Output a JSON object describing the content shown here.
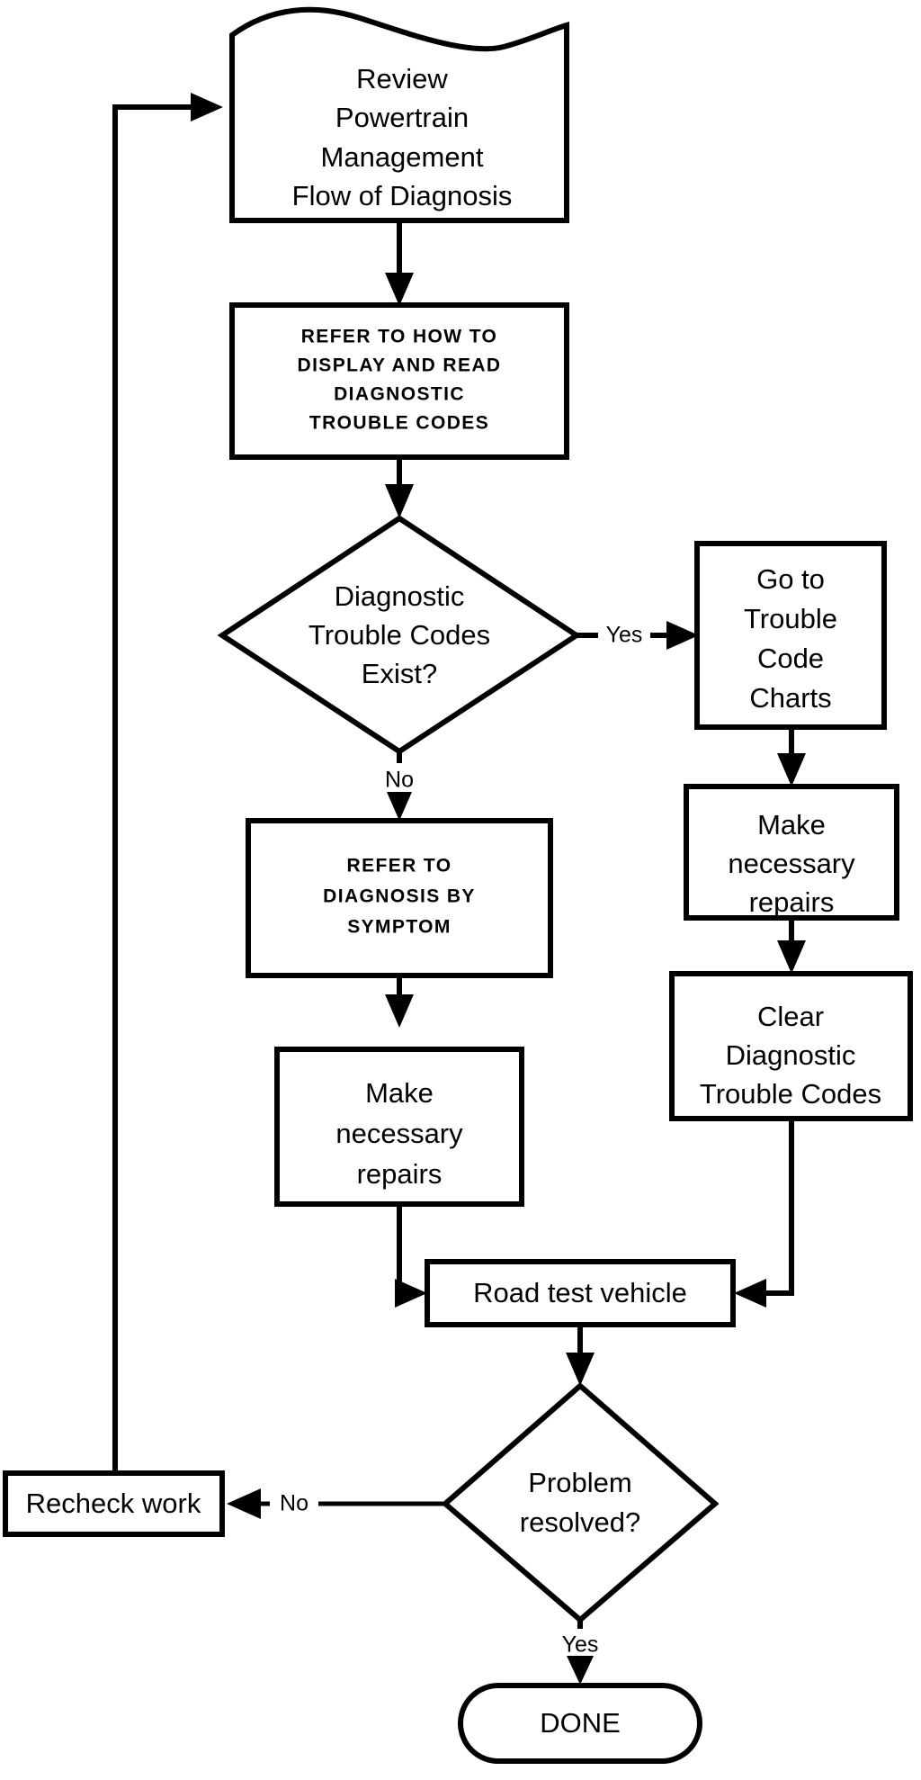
{
  "diagram": {
    "title": "Powertrain Diagnostic Flow of Diagnosis",
    "type": "flowchart",
    "stroke_color": "#000000",
    "fill_color": "#ffffff",
    "nodes": {
      "review": {
        "shape": "document",
        "lines": [
          "Review",
          "Powertrain",
          "Management",
          "Flow of Diagnosis"
        ]
      },
      "refer_display": {
        "shape": "process",
        "style": "bold",
        "lines": [
          "REFER TO  HOW TO",
          "DISPLAY AND  READ",
          "DIAGNOSTIC",
          "TROUBLE CODES"
        ]
      },
      "dtc_exist": {
        "shape": "decision",
        "lines": [
          "Diagnostic",
          "Trouble Codes",
          "Exist?"
        ]
      },
      "goto_charts": {
        "shape": "process",
        "lines": [
          "Go to",
          "Trouble",
          "Code",
          "Charts"
        ]
      },
      "repairs_right": {
        "shape": "process",
        "lines": [
          "Make",
          "necessary",
          "repairs"
        ]
      },
      "clear_codes": {
        "shape": "process",
        "lines": [
          "Clear",
          "Diagnostic",
          "Trouble Codes"
        ]
      },
      "refer_symptom": {
        "shape": "process",
        "style": "bold",
        "lines": [
          "REFER  TO",
          "DIAGNOSIS BY",
          "SYMPTOM"
        ]
      },
      "repairs_left": {
        "shape": "process",
        "lines": [
          "Make",
          "necessary",
          "repairs"
        ]
      },
      "road_test": {
        "shape": "process",
        "lines": [
          "Road test vehicle"
        ]
      },
      "problem_resolved": {
        "shape": "decision",
        "lines": [
          "Problem",
          "resolved?"
        ]
      },
      "recheck_work": {
        "shape": "process",
        "lines": [
          "Recheck work"
        ]
      },
      "done": {
        "shape": "terminator",
        "lines": [
          "DONE"
        ]
      }
    },
    "edge_labels": {
      "dtc_yes": "Yes",
      "dtc_no": "No",
      "resolved_no": "No",
      "resolved_yes": "Yes"
    }
  }
}
